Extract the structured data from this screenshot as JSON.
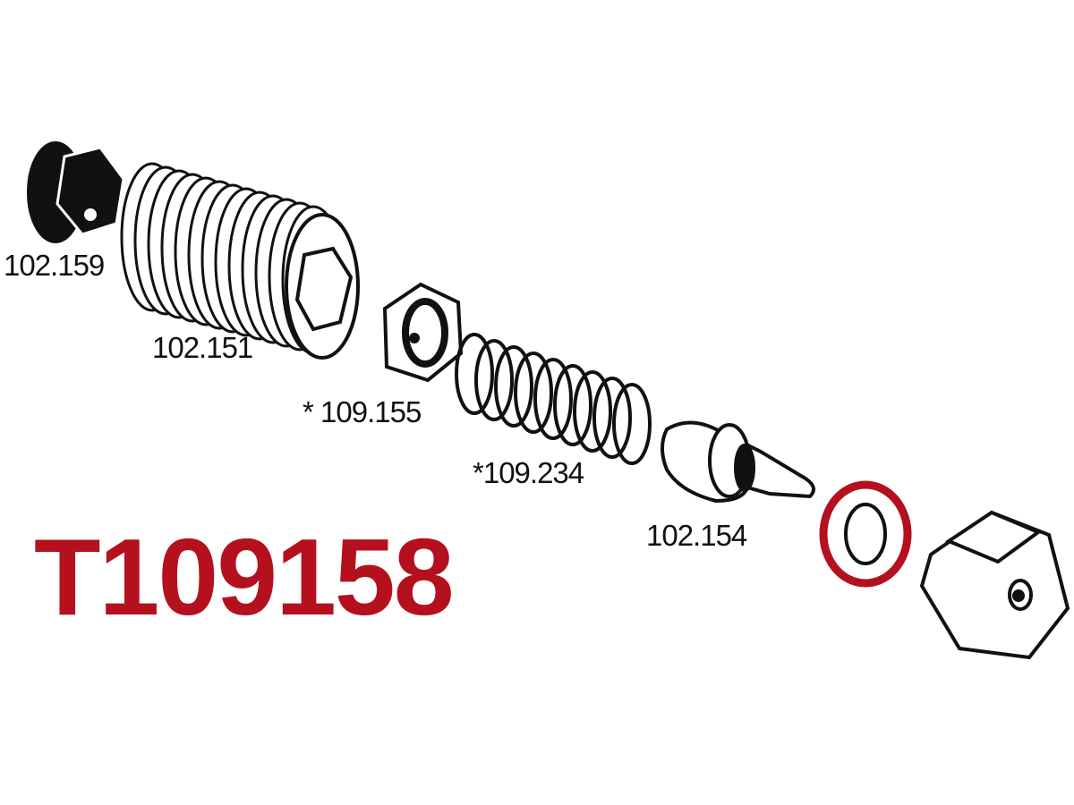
{
  "title": "T109158",
  "accent_color": "#b5101e",
  "parts": [
    {
      "label": "102.159",
      "name": "end-cap"
    },
    {
      "label": "102.151",
      "name": "threaded-body"
    },
    {
      "label": "* 109.155",
      "name": "hex-nut-small"
    },
    {
      "label": "*109.234",
      "name": "spring"
    },
    {
      "label": "102.154",
      "name": "valve-pin"
    },
    {
      "name": "washer",
      "highlighted": true
    },
    {
      "name": "hex-nut-large"
    }
  ]
}
